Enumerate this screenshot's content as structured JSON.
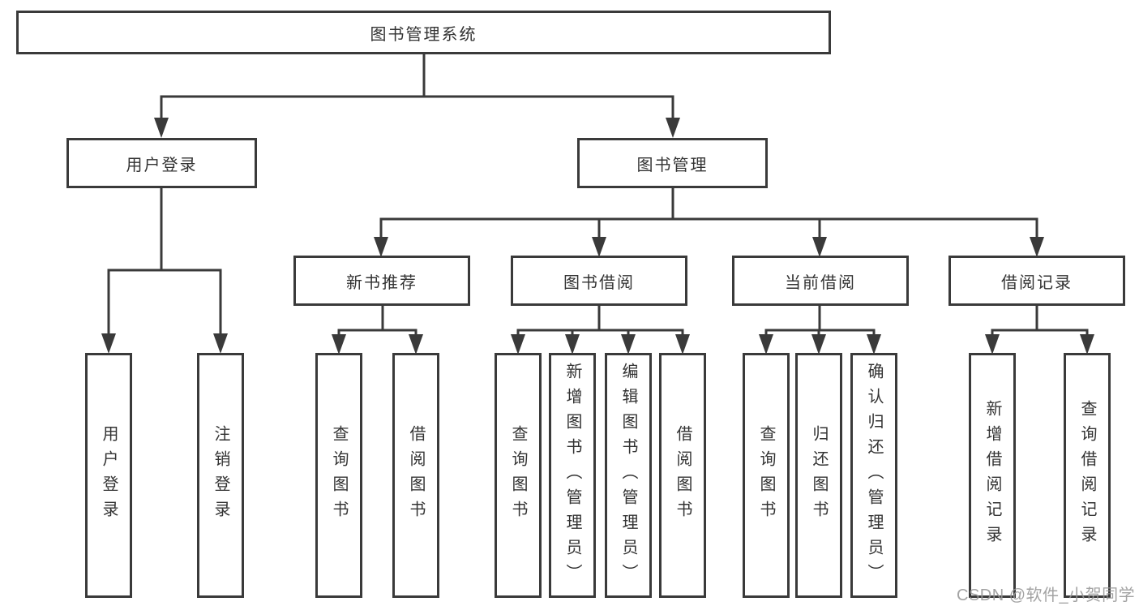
{
  "diagram_type": "hierarchy-tree",
  "tree": {
    "label": "图书管理系统",
    "children": [
      {
        "label": "用户登录",
        "children": [
          {
            "label": "用户登录"
          },
          {
            "label": "注销登录"
          }
        ]
      },
      {
        "label": "图书管理",
        "children": [
          {
            "label": "新书推荐",
            "children": [
              {
                "label": "查询图书"
              },
              {
                "label": "借阅图书"
              }
            ]
          },
          {
            "label": "图书借阅",
            "children": [
              {
                "label": "查询图书"
              },
              {
                "label": "新增图书（管理员）"
              },
              {
                "label": "编辑图书（管理员）"
              },
              {
                "label": "借阅图书"
              }
            ]
          },
          {
            "label": "当前借阅",
            "children": [
              {
                "label": "查询图书"
              },
              {
                "label": "归还图书"
              },
              {
                "label": "确认归还（管理员）"
              }
            ]
          },
          {
            "label": "借阅记录",
            "children": [
              {
                "label": "新增借阅记录"
              },
              {
                "label": "查询借阅记录"
              }
            ]
          }
        ]
      }
    ]
  },
  "watermark": {
    "text": "CSDN @软件_小贺同学"
  },
  "colors": {
    "line": "#3a3a3a",
    "box_border": "#3a3a3a",
    "text": "#333333",
    "watermark": "#969696",
    "background": "#ffffff"
  }
}
